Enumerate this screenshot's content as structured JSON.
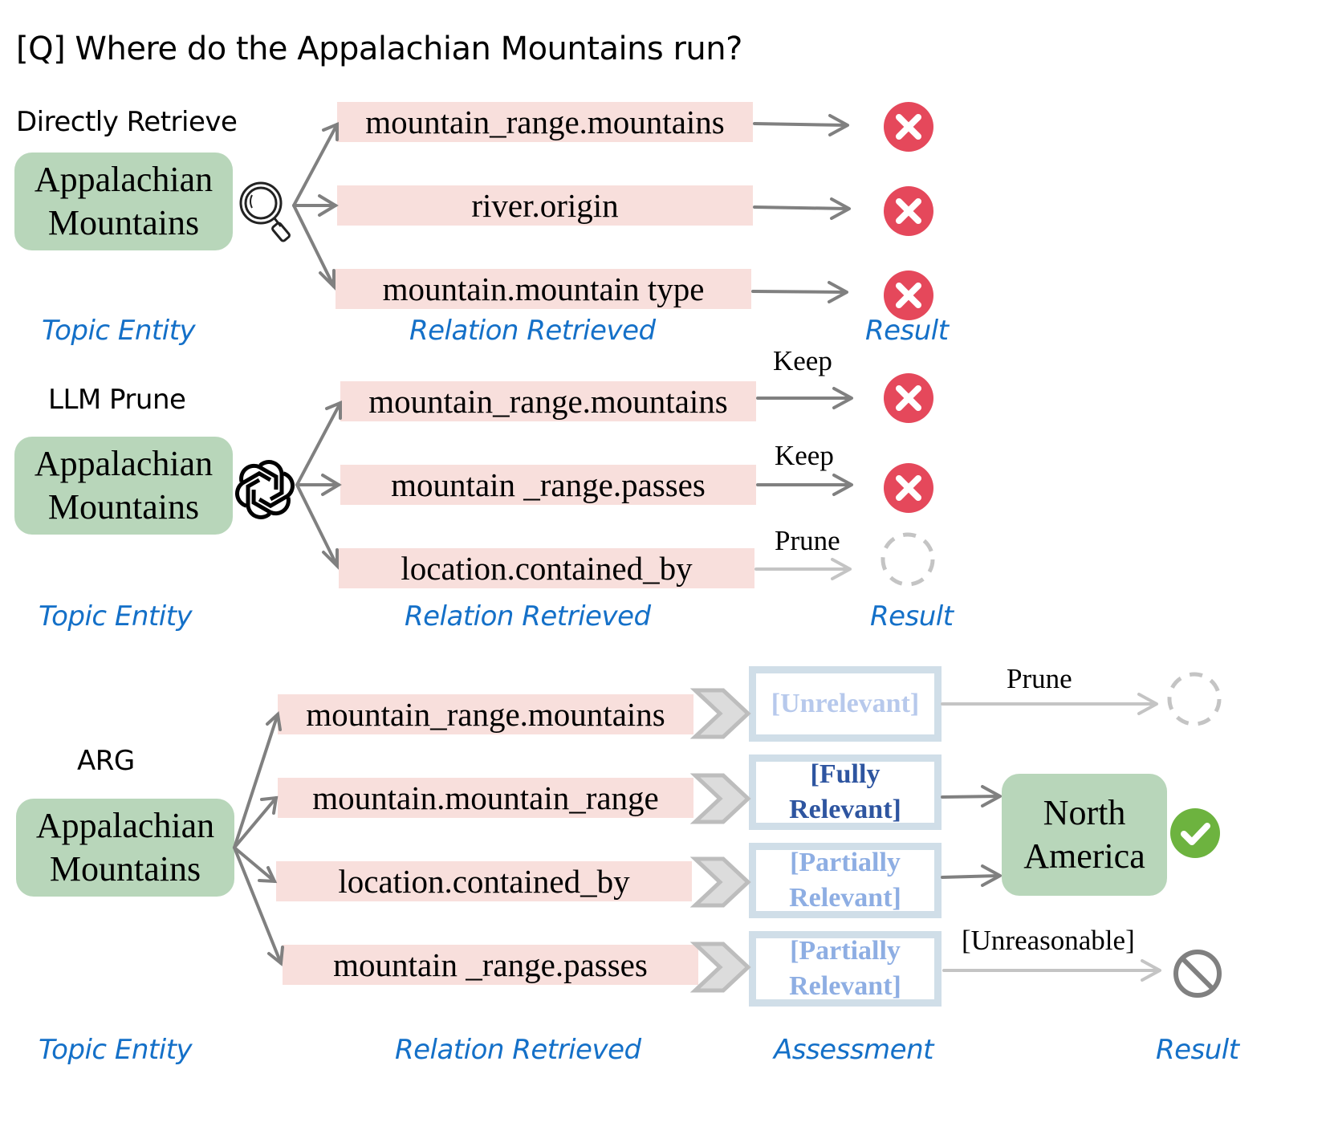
{
  "question": "[Q] Where do the Appalachian Mountains run?",
  "sections": [
    {
      "method": "Directly Retrieve",
      "entity": [
        "Appalachian",
        "Mountains"
      ],
      "tool_icon": "magnifier-icon",
      "relations": [
        "mountain_range.mountains",
        "river.origin",
        "mountain.mountain type"
      ],
      "edge_labels": [
        "",
        "",
        ""
      ],
      "results": [
        "cross",
        "cross",
        "cross"
      ],
      "captions": [
        "Topic Entity",
        "Relation Retrieved",
        "Result"
      ]
    },
    {
      "method": "LLM Prune",
      "entity": [
        "Appalachian",
        "Mountains"
      ],
      "tool_icon": "openai-logo-icon",
      "relations": [
        "mountain_range.mountains",
        "mountain _range.passes",
        "location.contained_by"
      ],
      "edge_labels": [
        "Keep",
        "Keep",
        "Prune"
      ],
      "results": [
        "cross",
        "cross",
        "pruned"
      ],
      "captions": [
        "Topic Entity",
        "Relation Retrieved",
        "Result"
      ]
    },
    {
      "method": "ARG",
      "entity": [
        "Appalachian",
        "Mountains"
      ],
      "relations": [
        "mountain_range.mountains",
        "mountain.mountain_range",
        "location.contained_by",
        "mountain _range.passes"
      ],
      "assessments": [
        {
          "line1": "[Unrelevant]",
          "line2": ""
        },
        {
          "line1": "[Fully",
          "line2": "Relevant]"
        },
        {
          "line1": "[Partially",
          "line2": "Relevant]"
        },
        {
          "line1": "[Partially",
          "line2": "Relevant]"
        }
      ],
      "edge_labels": [
        "Prune",
        "",
        "",
        "[Unreasonable]"
      ],
      "answer": [
        "North",
        "America"
      ],
      "results": [
        "pruned",
        "check",
        "check",
        "blocked"
      ],
      "captions": [
        "Topic Entity",
        "Relation Retrieved",
        "Assessment",
        "Result"
      ]
    }
  ],
  "colors": {
    "entity_fill": "#b8d6ba",
    "relation_fill": "#f8dfdc",
    "caption": "#1470c8",
    "cross": "#e5485b",
    "check": "#6db33f",
    "assess_border": "#d0dee8",
    "fully_relevant": "#2e55a0",
    "partially_relevant": "#8eaee3",
    "unrelevant": "#b7c9ec"
  }
}
